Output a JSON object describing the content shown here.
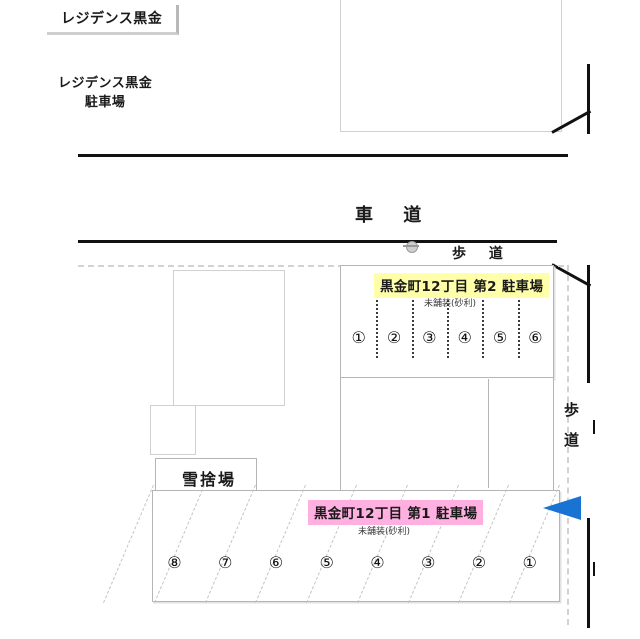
{
  "map": {
    "title_box": "レジデンス黒金",
    "residence_label": "レジデンス黒金\n駐車場",
    "residence_label_line1": "レジデンス黒金",
    "residence_label_line2": "駐車場",
    "road_label": "車 道",
    "sidewalk_label_top": "歩 道",
    "sidewalk_label_right_line1": "歩",
    "sidewalk_label_right_line2": "道",
    "snow_dump_label": "雪捨場"
  },
  "lot2": {
    "banner": "黒金町12丁目  第2  駐車場",
    "surface_note": "未舗装(砂利)",
    "banner_color": "#ffffaa",
    "spaces": [
      "①",
      "②",
      "③",
      "④",
      "⑤",
      "⑥"
    ]
  },
  "lot1": {
    "banner": "黒金町12丁目  第1  駐車場",
    "surface_note": "未舗装(砂利)",
    "banner_color": "#ffb0e0",
    "spaces": [
      "⑧",
      "⑦",
      "⑥",
      "⑤",
      "④",
      "③",
      "②",
      "①"
    ]
  },
  "markers": {
    "entrance_arrow_color": "#1873d3",
    "utility_symbol": "pole-symbol"
  }
}
